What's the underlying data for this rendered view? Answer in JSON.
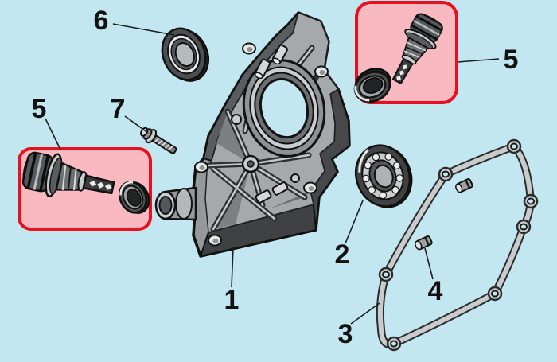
{
  "diagram": {
    "type": "exploded-parts-diagram",
    "background_color": "#c3e7f0",
    "highlight_box": {
      "border_color": "#e8101e",
      "fill_color": "#f8bac0"
    },
    "line_color": "#1c1c1c",
    "callouts": [
      {
        "text": "1"
      },
      {
        "text": "2"
      },
      {
        "text": "3"
      },
      {
        "text": "4"
      },
      {
        "text": "5"
      },
      {
        "text": "5"
      },
      {
        "text": "6"
      },
      {
        "text": "7"
      }
    ]
  }
}
